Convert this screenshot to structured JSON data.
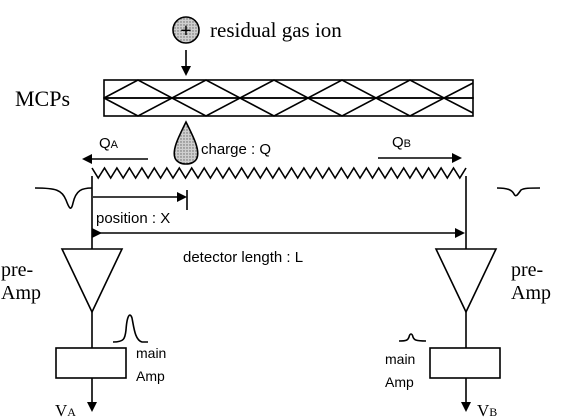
{
  "labels": {
    "ion": "residual gas ion",
    "ion_symbol": "+",
    "mcps": "MCPs",
    "charge": "charge : Q",
    "qa": {
      "main": "Q",
      "sub": "A"
    },
    "qb": {
      "main": "Q",
      "sub": "B"
    },
    "position": "position : X",
    "detector_length": "detector length : L",
    "preamp_left": [
      "pre-",
      "Amp"
    ],
    "preamp_right": [
      "pre-",
      "Amp"
    ],
    "mainamp_left": [
      "main",
      "Amp"
    ],
    "mainamp_right": [
      "main",
      "Amp"
    ],
    "va": {
      "main": "V",
      "sub": "A"
    },
    "vb": {
      "main": "V",
      "sub": "B"
    }
  }
}
